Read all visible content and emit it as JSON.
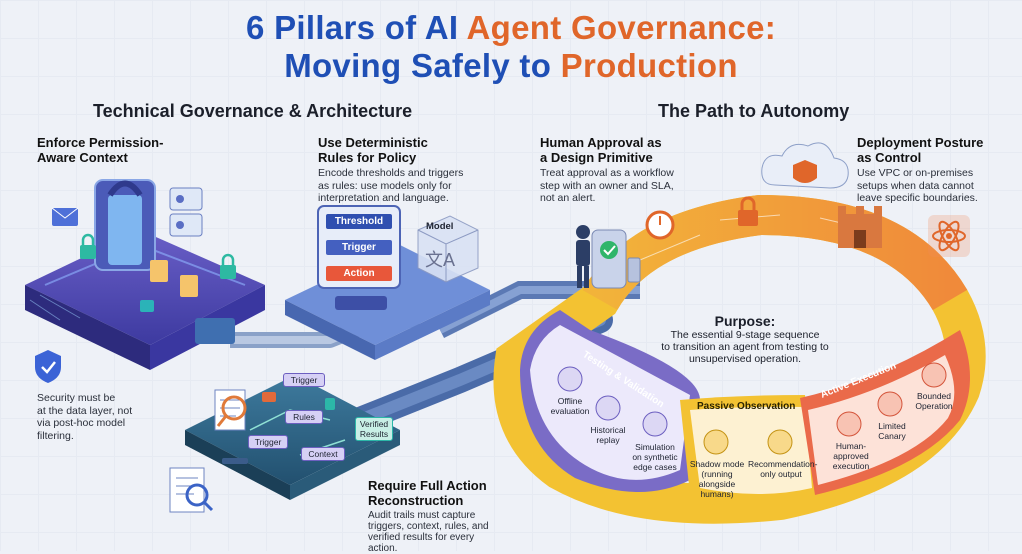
{
  "title": {
    "line1_a": "6 Pillars of AI ",
    "line1_b": "Agent Governance:",
    "line2_a": "Moving Safely to ",
    "line2_b": "Production"
  },
  "left_section": {
    "title": "Technical Governance & Architecture"
  },
  "right_section": {
    "title": "The Path to Autonomy"
  },
  "pillar_permission": {
    "title_l1": "Enforce Permission-",
    "title_l2": "Aware Context",
    "note_l1": "Security must be",
    "note_l2": "at the data layer, not",
    "note_l3": "via post-hoc model",
    "note_l4": "filtering."
  },
  "pillar_rules": {
    "title_l1": "Use Deterministic",
    "title_l2": "Rules for Policy",
    "body_l1": "Encode thresholds and triggers",
    "body_l2": "as rules: use models only for",
    "body_l3": "interpretation and language.",
    "box_threshold": "Threshold",
    "box_trigger": "Trigger",
    "box_action": "Action",
    "model_label": "Model"
  },
  "pillar_audit": {
    "title_l1": "Require Full Action",
    "title_l2": "Reconstruction",
    "body_l1": "Audit trails must capture",
    "body_l2": "triggers, context, rules, and",
    "body_l3": "verified results for every",
    "body_l4": "action.",
    "chip_trigger_top": "Trigger",
    "chip_rules": "Rules",
    "chip_trigger_left": "Trigger",
    "chip_context": "Context",
    "chip_verified_l1": "Verified",
    "chip_verified_l2": "Results"
  },
  "pillar_approval": {
    "title_l1": "Human Approval as",
    "title_l2": "a Design Primitive",
    "body_l1": "Treat approval as a workflow",
    "body_l2": "step with an owner and SLA,",
    "body_l3": "not an alert."
  },
  "pillar_deploy": {
    "title_l1": "Deployment Posture",
    "title_l2": "as Control",
    "body_l1": "Use VPC or on-premises",
    "body_l2": "setups when data cannot",
    "body_l3": "leave specific boundaries."
  },
  "purpose": {
    "title": "Purpose:",
    "l1": "The essential 9-stage sequence",
    "l2": "to transition an agent from testing to",
    "l3": "unsupervised operation."
  },
  "stages": {
    "testing": {
      "header": "Testing & Validation",
      "s1_l1": "Offline",
      "s1_l2": "evaluation",
      "s2_l1": "Historical",
      "s2_l2": "replay",
      "s3_l1": "Simulation",
      "s3_l2": "on synthetic",
      "s3_l3": "edge cases"
    },
    "passive": {
      "header": "Passive Observation",
      "s1_l1": "Shadow mode",
      "s1_l2": "(running alongside",
      "s1_l3": "humans)",
      "s2_l1": "Recommendation-",
      "s2_l2": "only output"
    },
    "active": {
      "header": "Active Execution",
      "s1_l1": "Human-",
      "s1_l2": "approved",
      "s1_l3": "execution",
      "s2_l1": "Limited",
      "s2_l2": "Canary",
      "s3_l1": "Bounded",
      "s3_l2": "Operation"
    }
  },
  "colors": {
    "blue": "#1f4fb5",
    "orange": "#e0662a",
    "purple": "#6b5bbd",
    "yellow": "#f3c232",
    "red": "#ea6a4a"
  }
}
